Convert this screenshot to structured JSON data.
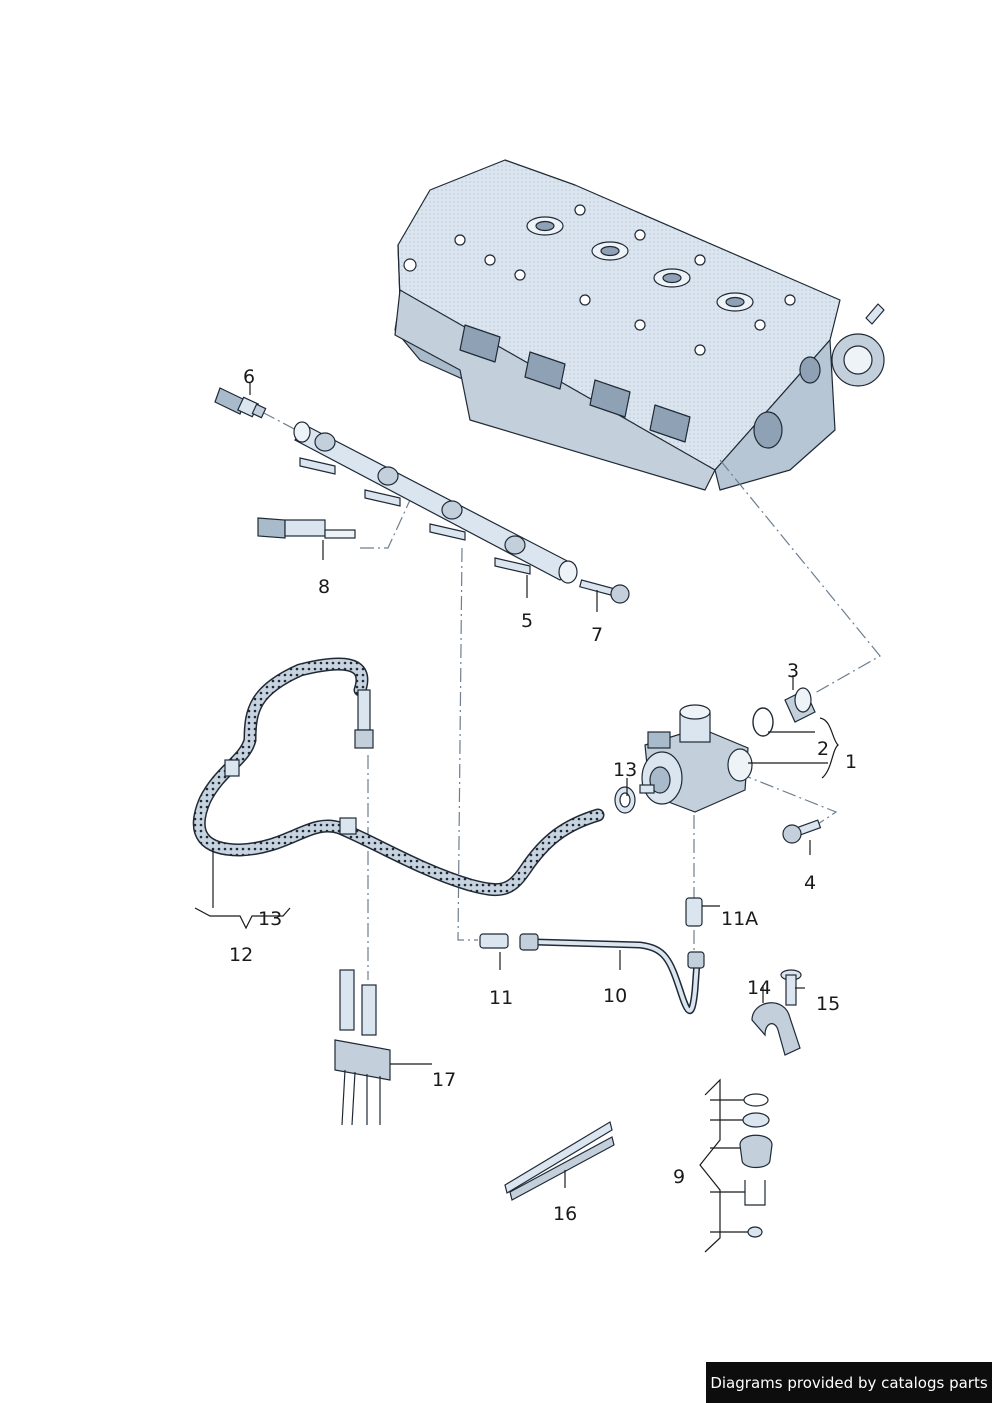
{
  "callouts": {
    "c1": "1",
    "c2": "2",
    "c3": "3",
    "c4": "4",
    "c5": "5",
    "c6": "6",
    "c7": "7",
    "c8": "8",
    "c9": "9",
    "c10": "10",
    "c11": "11",
    "c11a": "11A",
    "c12": "12",
    "c13a": "13",
    "c13b": "13",
    "c14": "14",
    "c15": "15",
    "c16": "16",
    "c17": "17"
  },
  "footer": {
    "credit": "Diagrams provided by catalogs parts"
  },
  "colors": {
    "part_fill": "#dbe5ef",
    "part_shade": "#a9bacb",
    "outline": "#1f2a36",
    "leader": "#1a1a1a",
    "hose_fill": "#c7d3de",
    "dashed_line": "#6d7f90",
    "credit_bg": "#0d0d0d",
    "credit_text": "#ffffff"
  }
}
